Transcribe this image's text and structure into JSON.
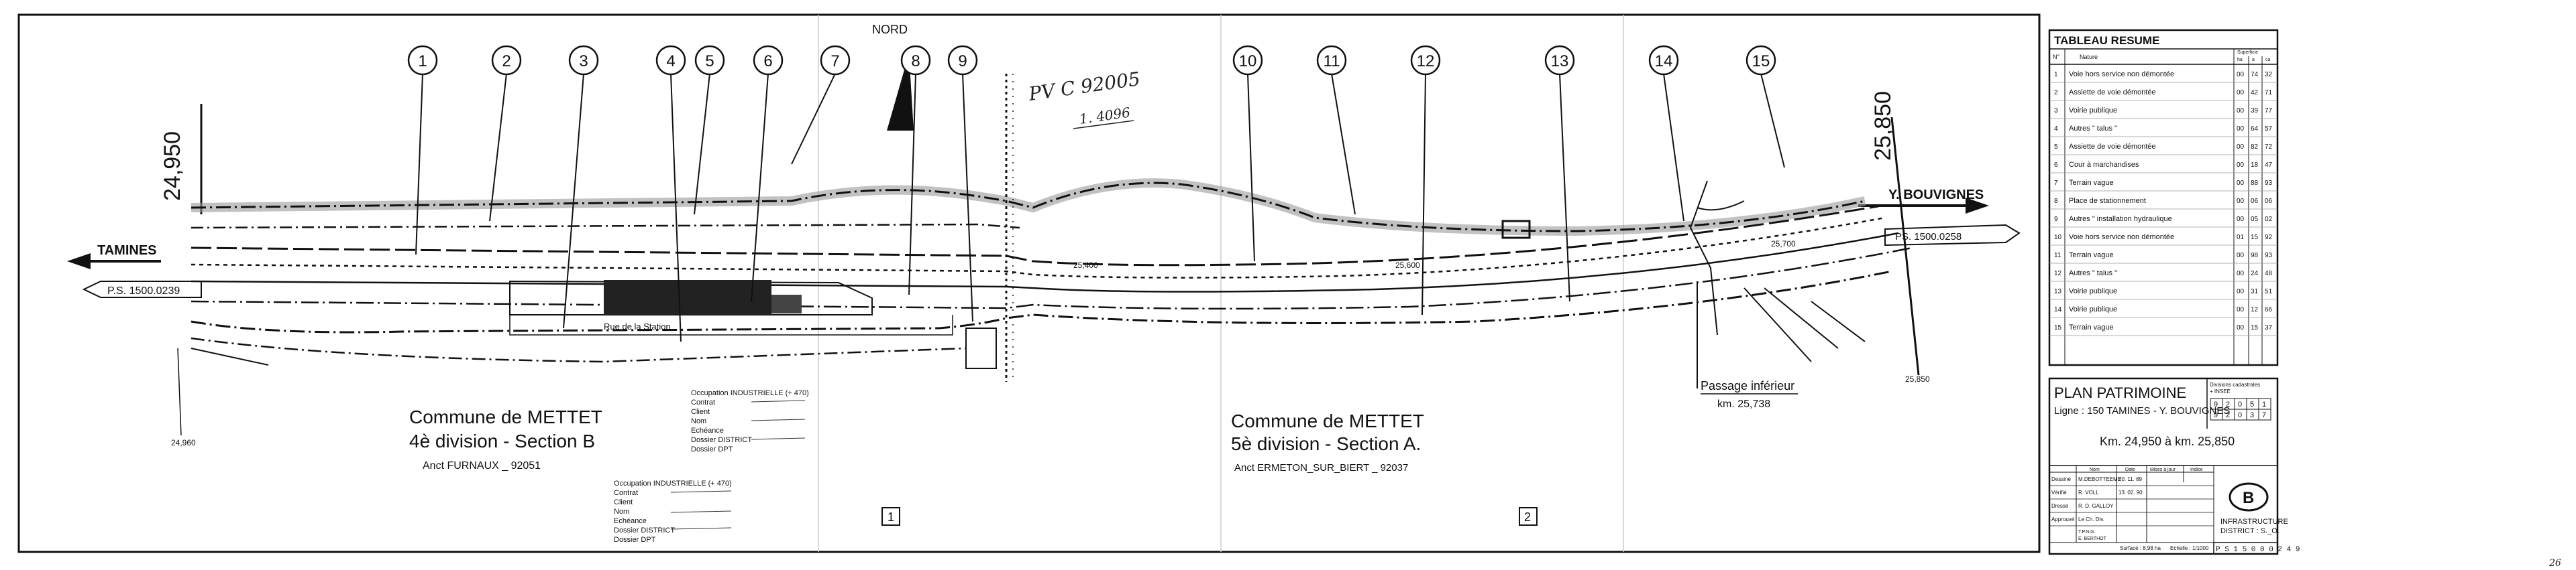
{
  "plan": {
    "north_label": "NORD",
    "km_left": "24,950",
    "km_right": "25,850",
    "dir_left": "TAMINES",
    "dir_right": "Y. BOUVIGNES",
    "ps_left": "P.S. 1500.0239",
    "ps_right": "PS. 1500.0258",
    "parcels": [
      "1",
      "2",
      "3",
      "4",
      "5",
      "6",
      "7",
      "8",
      "9",
      "10",
      "11",
      "12",
      "13",
      "14",
      "15"
    ],
    "street_label": "Rue de la Station",
    "passage": "Passage inférieur",
    "passage_km": "km. 25,738",
    "handwritten_pv": "PV C 92005",
    "handwritten_sub": "1. 4096",
    "box_labels": [
      "1",
      "2"
    ],
    "km_marks": [
      "25,400",
      "25,600",
      "25,700",
      "24,960",
      "25,850"
    ]
  },
  "communes": [
    {
      "name": "Commune de METTET",
      "division": "4è division - Section B",
      "anct": "Anct FURNAUX _ 92051"
    },
    {
      "name": "Commune de METTET",
      "division": "5è division - Section A.",
      "anct": "Anct ERMETON_SUR_BIERT _ 92037"
    }
  ],
  "notes": {
    "stamp1": [
      "Occupation INDUSTRIELLE (+ 470)",
      "Contrat",
      "Client",
      "Nom",
      "Echéance",
      "Dossier DISTRICT",
      "Dossier DPT"
    ],
    "stamp2": [
      "Occupation INDUSTRIELLE (+ 470)",
      "Contrat",
      "Client",
      "Nom",
      "Echéance",
      "Dossier DISTRICT",
      "Dossier DPT"
    ]
  },
  "tableau": {
    "title": "TABLEAU  RESUME",
    "col_no": "N°",
    "col_nature": "Nature",
    "col_sup": "Superficie",
    "col_units": [
      "ha",
      "a",
      "ca"
    ],
    "rows": [
      {
        "n": "1",
        "nature": "Voie hors service non démontée",
        "ha": "00",
        "a": "74",
        "ca": "32"
      },
      {
        "n": "2",
        "nature": "Assiette de voie démontée",
        "ha": "00",
        "a": "42",
        "ca": "71"
      },
      {
        "n": "3",
        "nature": "Voirie publique",
        "ha": "00",
        "a": "39",
        "ca": "77"
      },
      {
        "n": "4",
        "nature": "Autres \" talus \"",
        "ha": "00",
        "a": "64",
        "ca": "57"
      },
      {
        "n": "5",
        "nature": "Assiette de voie démontée",
        "ha": "00",
        "a": "82",
        "ca": "72"
      },
      {
        "n": "6",
        "nature": "Cour à marchandises",
        "ha": "00",
        "a": "18",
        "ca": "47"
      },
      {
        "n": "7",
        "nature": "Terrain vague",
        "ha": "00",
        "a": "88",
        "ca": "93"
      },
      {
        "n": "8",
        "nature": "Place de stationnement",
        "ha": "00",
        "a": "06",
        "ca": "06"
      },
      {
        "n": "9",
        "nature": "Autres \" installation hydraulique",
        "ha": "00",
        "a": "05",
        "ca": "02"
      },
      {
        "n": "10",
        "nature": "Voie hors service non démontée",
        "ha": "01",
        "a": "15",
        "ca": "92"
      },
      {
        "n": "11",
        "nature": "Terrain vague",
        "ha": "00",
        "a": "98",
        "ca": "93"
      },
      {
        "n": "12",
        "nature": "Autres \" talus \"",
        "ha": "00",
        "a": "24",
        "ca": "48"
      },
      {
        "n": "13",
        "nature": "Voirie publique",
        "ha": "00",
        "a": "31",
        "ca": "51"
      },
      {
        "n": "14",
        "nature": "Voirie publique",
        "ha": "00",
        "a": "12",
        "ca": "66"
      },
      {
        "n": "15",
        "nature": "Terrain vague",
        "ha": "00",
        "a": "15",
        "ca": "37"
      }
    ]
  },
  "cartouche": {
    "title": "PLAN PATRIMOINE",
    "line": "Ligne :  150   TAMINES  - Y. BOUVIGNES",
    "km": "Km. 24,950  à  km. 25,850",
    "div_label": "Divisions cadastrales",
    "div_sub": "+ INSEE",
    "grid": [
      "9",
      "2",
      "0",
      "5",
      "1",
      "9",
      "2",
      "0",
      "3",
      "7"
    ],
    "sig_headers": [
      "Nom",
      "Date",
      "Mises à jour",
      "Indice"
    ],
    "sig_rows": [
      {
        "role": "Dessiné",
        "name": "M.DEBOTTEEME",
        "date": "20. 11. 89"
      },
      {
        "role": "Vérifié",
        "name": "R. VOLL",
        "date": "13. 02. 90"
      },
      {
        "role": "Dressé",
        "name": "R. D. GALLOY",
        "date": ""
      },
      {
        "role": "Approuvé",
        "name": "Le Ch. Div.",
        "date": ""
      }
    ],
    "approver2": "T.P.N.G.",
    "approver3": "E. BERTHOT",
    "surface": "Surface : 8,98 ha",
    "echelle": "Echelle : 1/1000",
    "infra1": "INFRASTRUCTURE",
    "infra2": "DISTRICT : S._O.",
    "logo": "B",
    "ref": "P S 1 5 0 0 0 2 4 9",
    "page_mark": "26"
  }
}
